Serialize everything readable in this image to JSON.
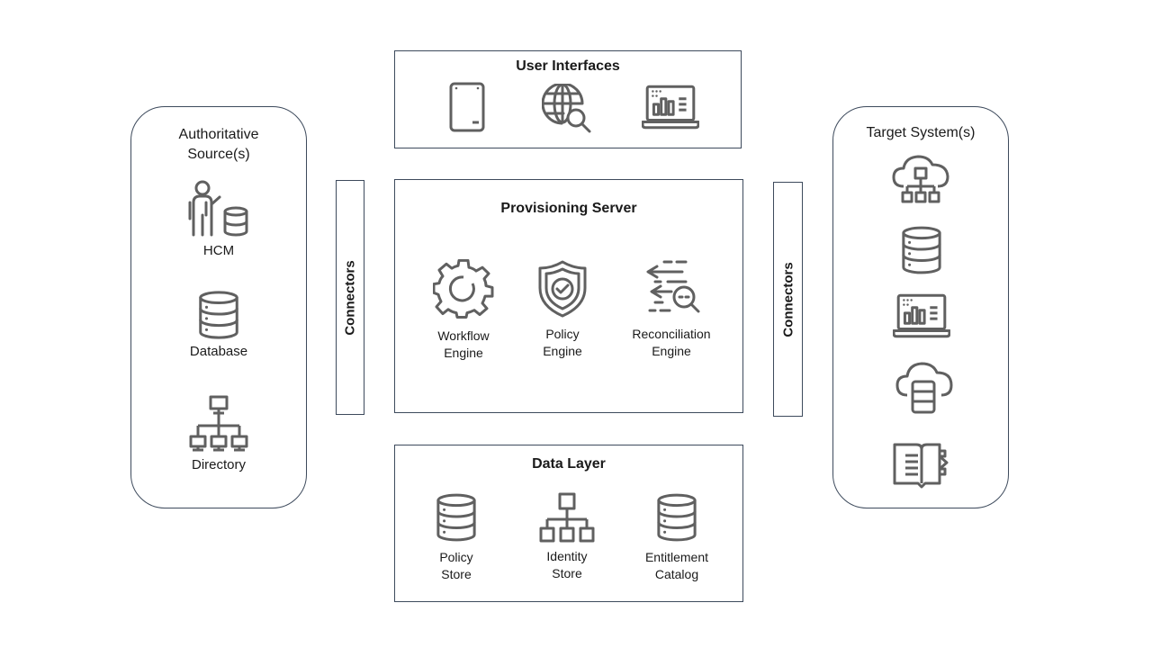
{
  "user_interfaces": {
    "title": "User Interfaces",
    "icons": [
      "mobile-device-icon",
      "globe-search-icon",
      "laptop-dashboard-icon"
    ]
  },
  "authoritative": {
    "title_line1": "Authoritative",
    "title_line2": "Source(s)",
    "items": [
      {
        "label": "HCM",
        "icon": "person-database-icon"
      },
      {
        "label": "Database",
        "icon": "database-icon"
      },
      {
        "label": "Directory",
        "icon": "network-directory-icon"
      }
    ]
  },
  "connectors_left": {
    "label": "Connectors"
  },
  "connectors_right": {
    "label": "Connectors"
  },
  "provisioning": {
    "title": "Provisioning Server",
    "engines": [
      {
        "line1": "Workflow",
        "line2": "Engine",
        "icon": "gear-icon"
      },
      {
        "line1": "Policy",
        "line2": "Engine",
        "icon": "shield-check-icon"
      },
      {
        "line1": "Reconciliation",
        "line2": "Engine",
        "icon": "reconciliation-search-icon"
      }
    ]
  },
  "data_layer": {
    "title": "Data Layer",
    "stores": [
      {
        "line1": "Policy",
        "line2": "Store",
        "icon": "database-icon"
      },
      {
        "line1": "Identity",
        "line2": "Store",
        "icon": "hierarchy-icon"
      },
      {
        "line1": "Entitlement",
        "line2": "Catalog",
        "icon": "database-icon"
      }
    ]
  },
  "target": {
    "title": "Target System(s)",
    "icons": [
      "cloud-hierarchy-icon",
      "database-icon",
      "laptop-dashboard-icon",
      "cloud-database-icon",
      "book-icon"
    ]
  },
  "colors": {
    "border": "#3d4a5c",
    "icon": "#606060",
    "text": "#1a1a1a"
  }
}
